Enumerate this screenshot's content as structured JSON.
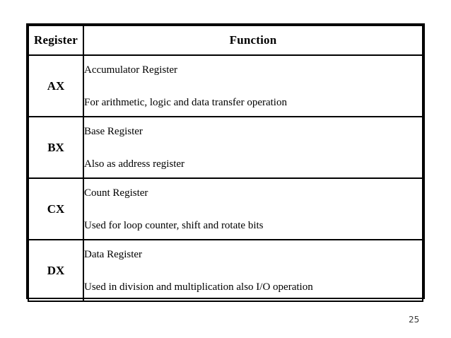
{
  "table": {
    "headers": {
      "register": "Register",
      "function": "Function"
    },
    "rows": [
      {
        "register": "AX",
        "function_line1": "Accumulator Register",
        "function_line2": "For arithmetic, logic and data transfer operation"
      },
      {
        "register": "BX",
        "function_line1": "Base Register",
        "function_line2": "Also as address register"
      },
      {
        "register": "CX",
        "function_line1": "Count Register",
        "function_line2": "Used for loop counter, shift and rotate bits"
      },
      {
        "register": "DX",
        "function_line1": "Data Register",
        "function_line2": "Used in division and multiplication also I/O operation"
      }
    ]
  },
  "footer": {
    "page_number": "25"
  },
  "colors": {
    "background": "#ffffff",
    "border": "#000000",
    "text": "#000000",
    "page_number": "#3c3c3c"
  }
}
